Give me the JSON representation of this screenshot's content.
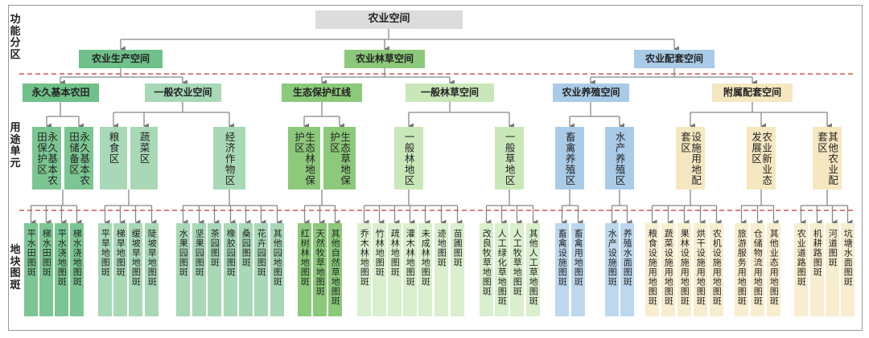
{
  "root": "农业空间",
  "side_labels": [
    "功能分区",
    "用途单元",
    "地块图斑"
  ],
  "colors": {
    "root": "#dcdcdc",
    "prod_dark": "#6fc08a",
    "prod_mid": "#a8d8b6",
    "prod_light": "#7cc693",
    "forest_dark": "#8cc97a",
    "forest_mid": "#c9e7b8",
    "forest_light": "#d9efcd",
    "supp_blue": "#a9cbe7",
    "supp_blue_light": "#bcd7ee",
    "supp_beige": "#f5e7c0",
    "supp_beige_light": "#f8edcf"
  },
  "zones": [
    {
      "label": "农业生产空间"
    },
    {
      "label": "农业林草空间"
    },
    {
      "label": "农业配套空间"
    }
  ],
  "categories": [
    "永久基本农田",
    "一般农业空间",
    "生态保护红线",
    "一般林草空间",
    "农业养殖空间",
    "附属配套空间"
  ],
  "units": [
    "永久基本农田保护区",
    "永久基本农田储备区",
    "粮食区",
    "蔬菜区",
    "经济作物区",
    "生态林地保护区",
    "生态草地保护区",
    "一般林地区",
    "一般草地区",
    "畜禽养殖区",
    "水产养殖区",
    "设施用地配套区",
    "农业新业态发展区",
    "其他农业配套区"
  ],
  "plots": [
    "平水田图斑",
    "梯水田图斑",
    "平水浇地图斑",
    "梯水浇地图斑",
    "平旱地图斑",
    "梯旱地图斑",
    "缓坡旱地图斑",
    "陡坡旱地图斑",
    "水果园图斑",
    "坚果园图斑",
    "茶园图斑",
    "橡胶园图斑",
    "桑园图斑",
    "花卉园图斑",
    "其他园地图斑",
    "红树林地图斑",
    "天然牧草地图斑",
    "其他自然草地图斑",
    "乔木林地图斑",
    "竹林地图斑",
    "疏林地图斑",
    "灌木林地图斑",
    "未成林地图斑",
    "迹地图斑",
    "苗圃图斑",
    "改良牧草地图斑",
    "人工绿化草地图斑",
    "人工牧草地图斑",
    "其他人工草地图斑",
    "畜禽设施图斑",
    "畜禽用地图斑",
    "水产设施图斑",
    "养殖水面图斑",
    "粮食设施用地图斑",
    "蔬菜设施用地图斑",
    "果林设施用地图斑",
    "烘干设施用地图斑",
    "农机设施用地图斑",
    "旅游服务用地图斑",
    "仓储物流用地图斑",
    "其他业态用地图斑",
    "农业道路图斑",
    "机耕路图斑",
    "河道图斑",
    "坑塘水面图斑"
  ]
}
